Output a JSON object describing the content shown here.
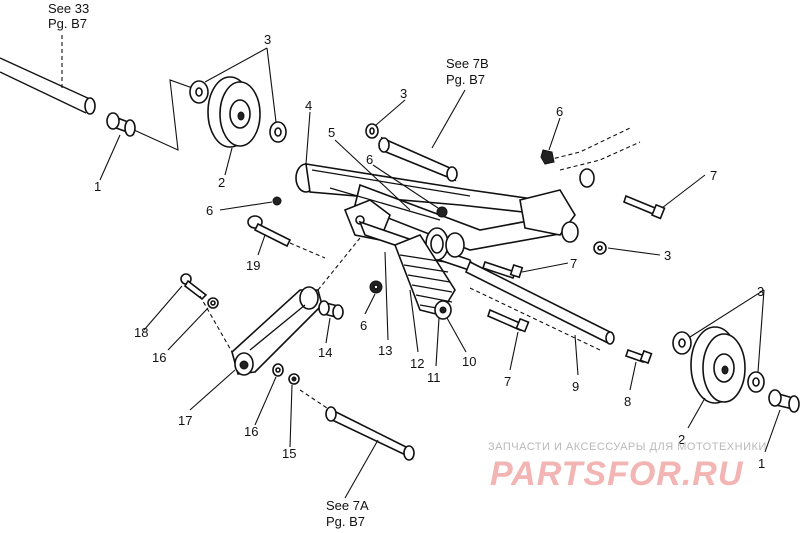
{
  "callouts": {
    "c1a": "1",
    "c1b": "1",
    "c2a": "2",
    "c2b": "2",
    "c3a": "3",
    "c3b": "3",
    "c3c": "3",
    "c3d": "3",
    "c4": "4",
    "c5": "5",
    "c6a": "6",
    "c6b": "6",
    "c6c": "6",
    "c6d": "6",
    "c7a": "7",
    "c7b": "7",
    "c7c": "7",
    "c8": "8",
    "c9": "9",
    "c10": "10",
    "c11": "11",
    "c12": "12",
    "c13": "13",
    "c14": "14",
    "c15": "15",
    "c16a": "16",
    "c16b": "16",
    "c17": "17",
    "c18": "18",
    "c19": "19"
  },
  "references": {
    "see33": {
      "line1": "See 33",
      "line2": "Pg. B7"
    },
    "see7b": {
      "line1": "See 7B",
      "line2": "Pg. B7"
    },
    "see7a": {
      "line1": "See 7A",
      "line2": "Pg. B7"
    }
  },
  "watermark": {
    "tagline": "ЗАПЧАСТИ И АКСЕССУАРЫ ДЛЯ МОТОТЕХНИКИ",
    "brand": "PARTSFOR.RU"
  }
}
